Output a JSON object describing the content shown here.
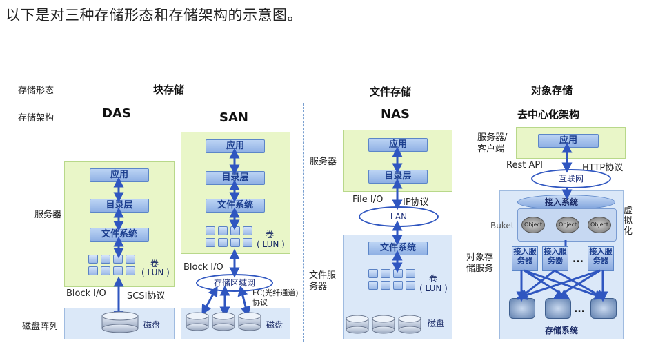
{
  "intro": "以下是对三种存储形态和存储架构的示意图。",
  "rows": {
    "form": "存储形态",
    "arch": "存储架构"
  },
  "forms": {
    "block": "块存储",
    "file": "文件存储",
    "object": "对象存储"
  },
  "archs": {
    "das": "DAS",
    "san": "SAN",
    "nas": "NAS",
    "decentral": "去中心化架构"
  },
  "layers": {
    "app": "应用",
    "dir": "目录层",
    "fs": "文件系统"
  },
  "labels": {
    "server": "服务器",
    "disk_array": "磁盘阵列",
    "disk": "磁盘",
    "vol": "卷",
    "lun": "( LUN )",
    "block_io": "Block I/O",
    "scsi": "SCSI协议",
    "san_net": "存储区域网",
    "fc": "FC(光纤通道)协议",
    "file_io": "File I/O",
    "ip": "IP协议",
    "lan": "LAN",
    "file_server": "文件服务器",
    "client": "服务器/客户端",
    "rest": "Rest API",
    "http": "HTTP协议",
    "internet": "互联网",
    "access": "接入系统",
    "bucket": "Buket",
    "object": "Object",
    "virtual": "虚拟化",
    "obj_service": "对象存储服务",
    "access_srv": "接入服务器",
    "dots": "...",
    "storage_sys": "存储系统"
  }
}
